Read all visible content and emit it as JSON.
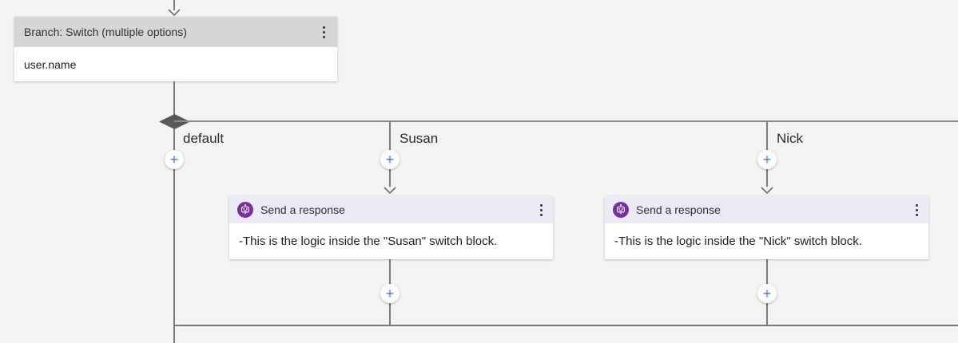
{
  "canvas": {
    "background": "#f4f4f4",
    "line_color": "#7a7a7a",
    "accent_blue": "#3b78de",
    "action_header_bg": "#eceaf4",
    "switch_header_bg": "#d6d6d6",
    "bot_icon_color": "#77319f"
  },
  "switch_node": {
    "title": "Branch: Switch (multiple options)",
    "value": "user.name",
    "menu_icon": "kebab-menu-icon"
  },
  "branches": [
    {
      "label": "default"
    },
    {
      "label": "Susan"
    },
    {
      "label": "Nick"
    }
  ],
  "actions": [
    {
      "icon": "bot-icon",
      "title": "Send a response",
      "body": "-This is the logic inside the \"Susan\" switch block.",
      "menu_icon": "kebab-menu-icon"
    },
    {
      "icon": "bot-icon",
      "title": "Send a response",
      "body": "-This is the logic inside the \"Nick\" switch block.",
      "menu_icon": "kebab-menu-icon"
    }
  ],
  "add_button": {
    "label": "+"
  }
}
